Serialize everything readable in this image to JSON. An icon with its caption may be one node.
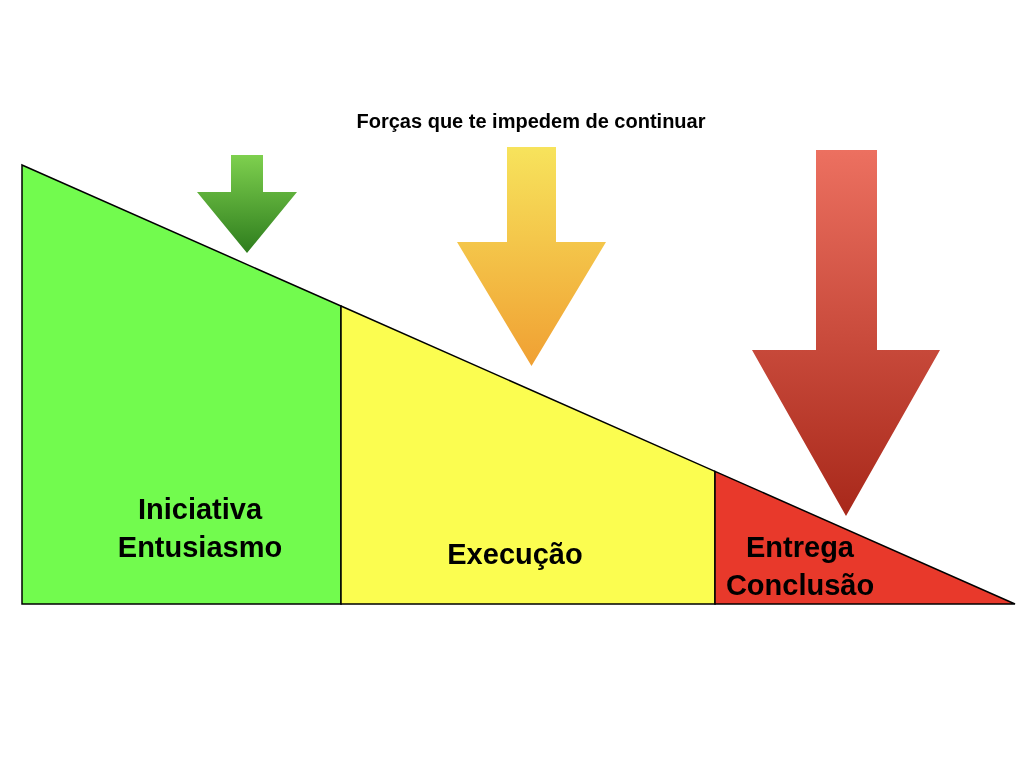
{
  "diagram": {
    "title": "Forças que te impedem de continuar",
    "nodes": [
      {
        "text": [
          "Iniciativa Entusiasmo"
        ]
      },
      {
        "text": [
          "Execução"
        ]
      },
      {
        "text": [
          "Entrega Conclusão"
        ]
      }
    ]
  }
}
